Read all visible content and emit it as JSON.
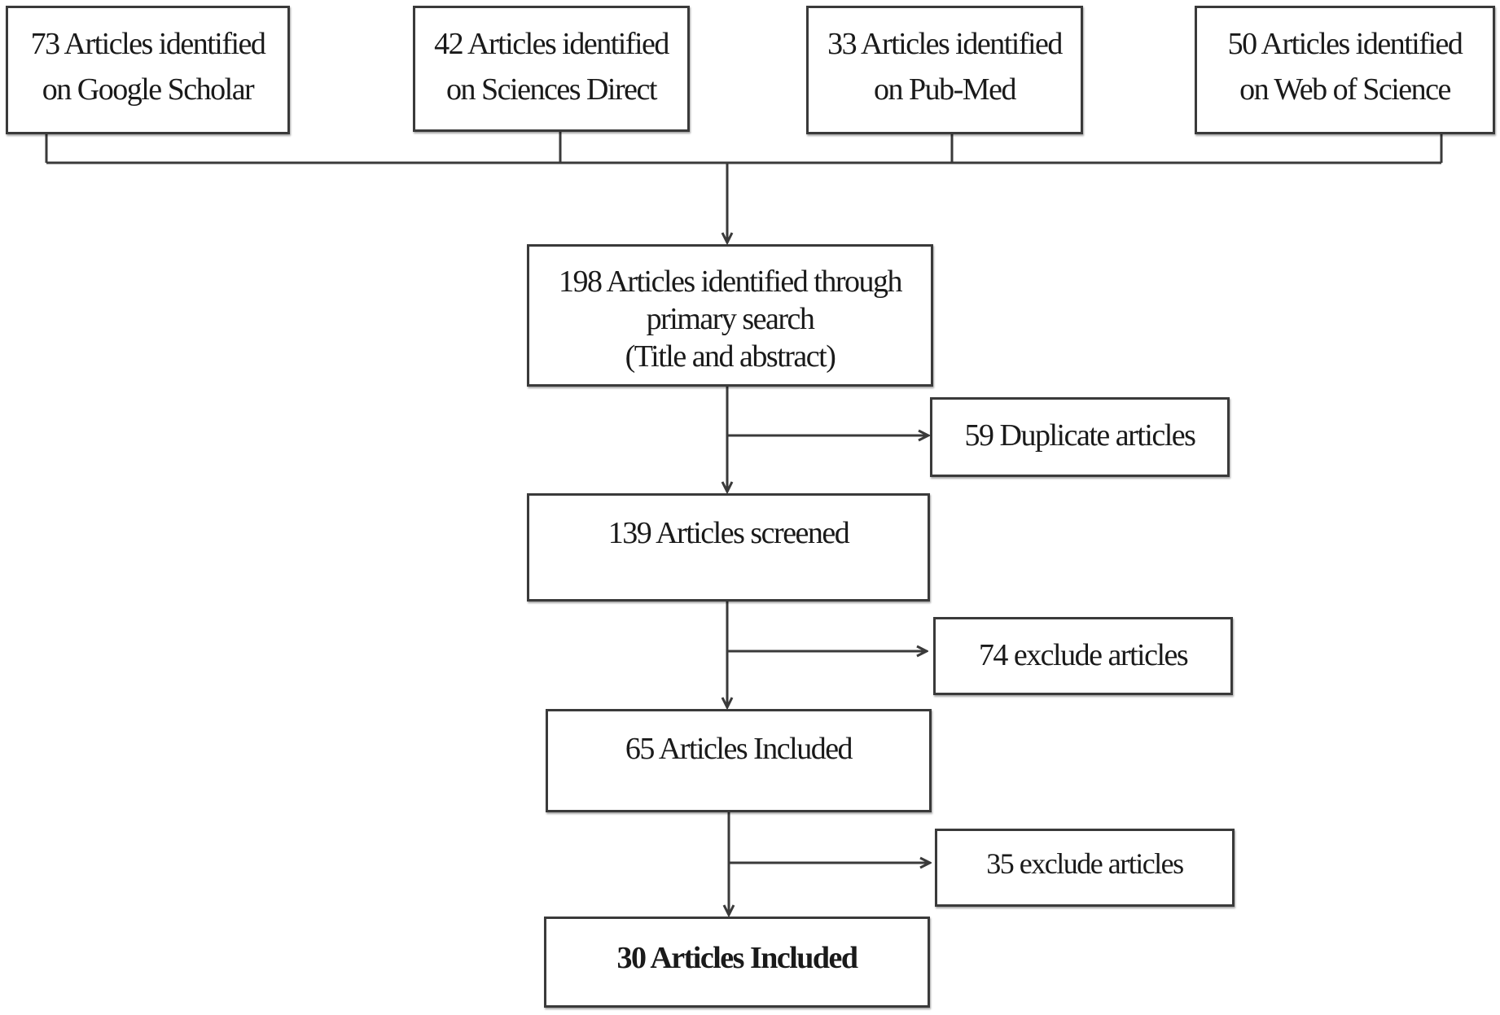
{
  "sources": [
    {
      "line1": "73 Articles identified",
      "line2": "on Google Scholar"
    },
    {
      "line1": "42 Articles identified",
      "line2": "on Sciences Direct"
    },
    {
      "line1": "33 Articles identified",
      "line2": "on Pub-Med"
    },
    {
      "line1": "50 Articles identified",
      "line2": "on Web of Science"
    }
  ],
  "primary": {
    "line1": "198 Articles identified through",
    "line2": "primary search",
    "line3": "(Title and abstract)"
  },
  "duplicates": "59 Duplicate articles",
  "screened": "139 Articles screened",
  "exclude_1": "74 exclude articles",
  "included_1": "65 Articles Included",
  "exclude_2": "35 exclude articles",
  "included_final": "30 Articles Included"
}
